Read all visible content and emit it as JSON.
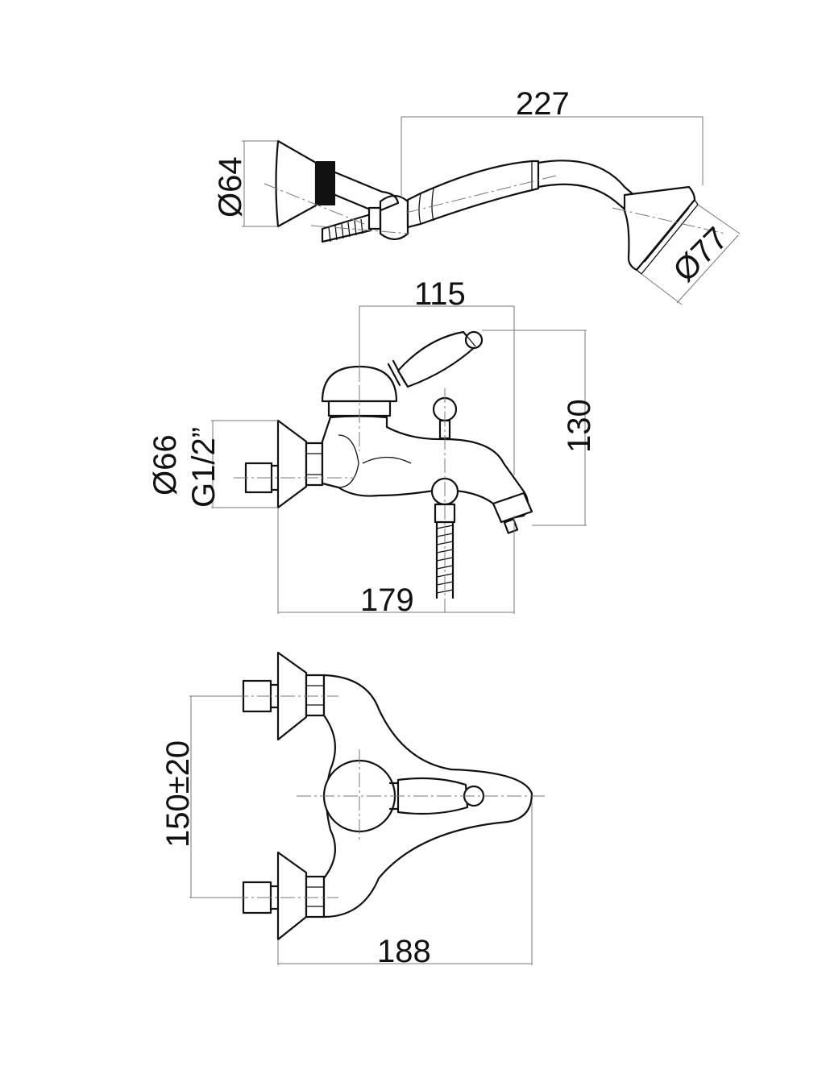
{
  "dimensions": {
    "handshower_length": "227",
    "holder_diameter": "Ø64",
    "shower_head_diameter": "Ø77",
    "handle_height_offset": "115",
    "overall_height": "130",
    "flange_diameter": "Ø66",
    "thread_size": "G1/2”",
    "spout_projection": "179",
    "inlet_centers": "150±20",
    "overall_width": "188"
  }
}
